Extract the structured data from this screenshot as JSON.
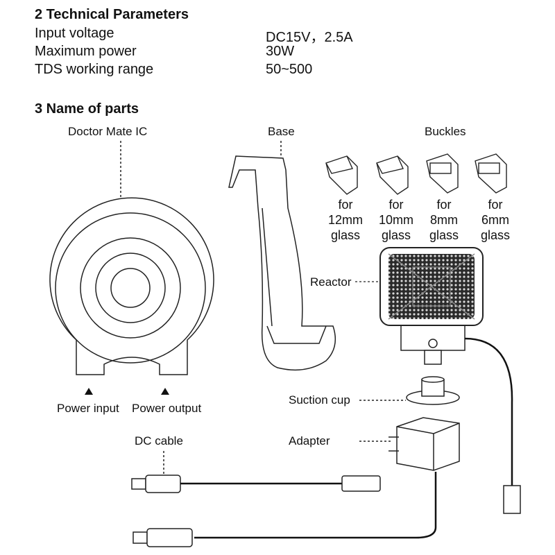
{
  "technical": {
    "heading": "2 Technical Parameters",
    "rows": [
      {
        "name": "Input voltage",
        "value": "DC15V，2.5A"
      },
      {
        "name": "Maximum power",
        "value": "30W"
      },
      {
        "name": "TDS working range",
        "value": "50~500"
      }
    ]
  },
  "parts": {
    "heading": "3 Name of parts",
    "labels": {
      "doctor_mate": "Doctor Mate IC",
      "base": "Base",
      "buckles": "Buckles",
      "reactor": "Reactor",
      "suction_cup": "Suction cup",
      "adapter": "Adapter",
      "dc_cable": "DC cable",
      "power_input": "Power input",
      "power_output": "Power output"
    },
    "buckles": [
      {
        "line1": "for",
        "line2": "12mm",
        "line3": "glass"
      },
      {
        "line1": "for",
        "line2": "10mm",
        "line3": "glass"
      },
      {
        "line1": "for",
        "line2": "8mm",
        "line3": "glass"
      },
      {
        "line1": "for",
        "line2": "6mm",
        "line3": "glass"
      }
    ]
  }
}
